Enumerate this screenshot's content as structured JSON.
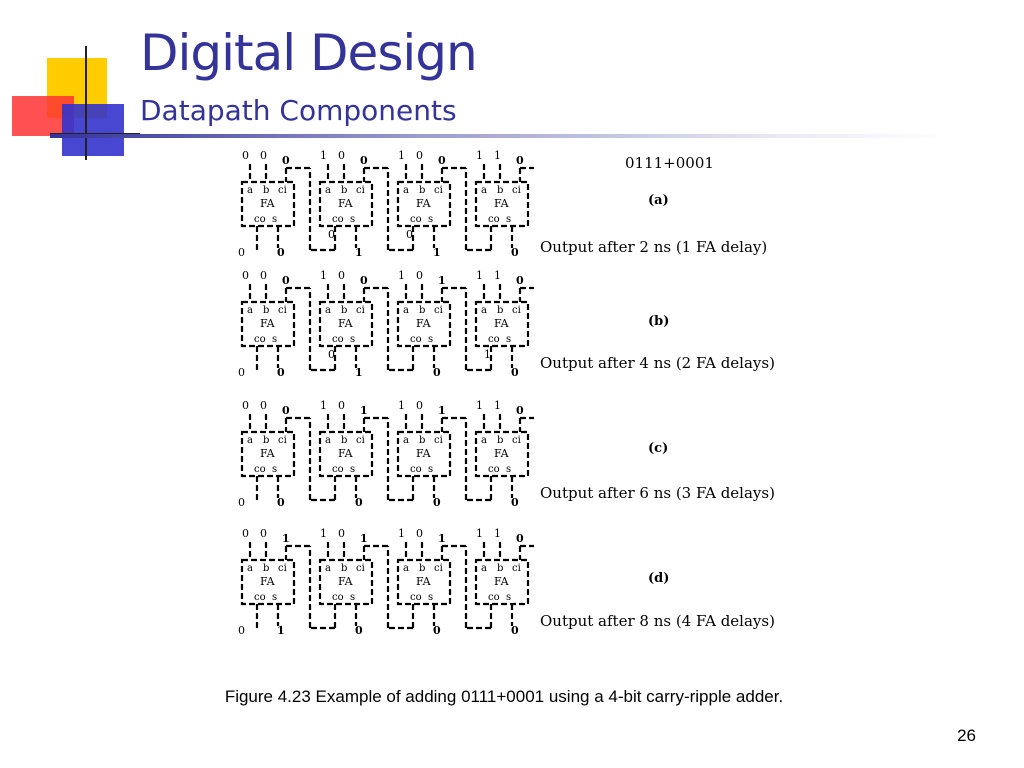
{
  "slide": {
    "title": "Digital Design",
    "subtitle": "Datapath Components",
    "caption": "Figure 4.23 Example of adding 0111+0001 using a 4-bit carry-ripple adder.",
    "page_number": "26"
  },
  "figure": {
    "equation": "0111+0001",
    "fa_label": "FA",
    "pin_labels": {
      "a": "a",
      "b": "b",
      "ci": "ci",
      "co": "co",
      "s": "s"
    },
    "panels": [
      {
        "label": "(a)",
        "description": "Output after 2 ns (1 FA delay)",
        "stages": [
          {
            "a": "0",
            "b": "0",
            "ci": "0",
            "co": "0",
            "s": "0",
            "carry_mid": ""
          },
          {
            "a": "1",
            "b": "0",
            "ci": "0",
            "co": "",
            "s": "1",
            "carry_mid": "0"
          },
          {
            "a": "1",
            "b": "0",
            "ci": "0",
            "co": "",
            "s": "1",
            "carry_mid": "0"
          },
          {
            "a": "1",
            "b": "1",
            "ci": "0",
            "co": "",
            "s": "0",
            "carry_mid": ""
          }
        ]
      },
      {
        "label": "(b)",
        "description": "Output after 4 ns (2 FA delays)",
        "stages": [
          {
            "a": "0",
            "b": "0",
            "ci": "0",
            "co": "0",
            "s": "0",
            "carry_mid": ""
          },
          {
            "a": "1",
            "b": "0",
            "ci": "0",
            "co": "",
            "s": "1",
            "carry_mid": "0"
          },
          {
            "a": "1",
            "b": "0",
            "ci": "1",
            "co": "",
            "s": "0",
            "carry_mid": ""
          },
          {
            "a": "1",
            "b": "1",
            "ci": "0",
            "co": "",
            "s": "0",
            "carry_mid": "1"
          }
        ]
      },
      {
        "label": "(c)",
        "description": "Output after 6 ns (3 FA delays)",
        "stages": [
          {
            "a": "0",
            "b": "0",
            "ci": "0",
            "co": "0",
            "s": "0",
            "carry_mid": ""
          },
          {
            "a": "1",
            "b": "0",
            "ci": "1",
            "co": "",
            "s": "0",
            "carry_mid": ""
          },
          {
            "a": "1",
            "b": "0",
            "ci": "1",
            "co": "",
            "s": "0",
            "carry_mid": ""
          },
          {
            "a": "1",
            "b": "1",
            "ci": "0",
            "co": "",
            "s": "0",
            "carry_mid": ""
          }
        ]
      },
      {
        "label": "(d)",
        "description": "Output after 8 ns (4 FA delays)",
        "stages": [
          {
            "a": "0",
            "b": "0",
            "ci": "1",
            "co": "0",
            "s": "1",
            "carry_mid": ""
          },
          {
            "a": "1",
            "b": "0",
            "ci": "1",
            "co": "",
            "s": "0",
            "carry_mid": ""
          },
          {
            "a": "1",
            "b": "0",
            "ci": "1",
            "co": "",
            "s": "0",
            "carry_mid": ""
          },
          {
            "a": "1",
            "b": "1",
            "ci": "0",
            "co": "",
            "s": "0",
            "carry_mid": ""
          }
        ]
      }
    ]
  },
  "colors": {
    "title": "#333399",
    "logo_yellow": "#ffcc00",
    "logo_red": "#ff3333",
    "logo_blue": "#3333cc"
  }
}
